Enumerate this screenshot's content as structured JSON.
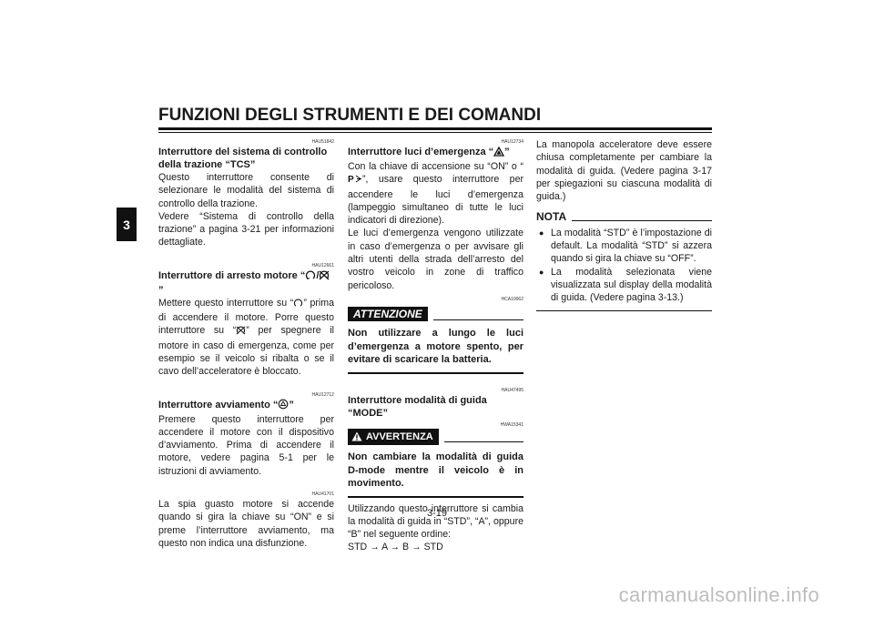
{
  "header": {
    "title": "FUNZIONI DEGLI STRUMENTI E DEI COMANDI",
    "chapter": "3"
  },
  "col1": {
    "s1": {
      "code": "HAU51842",
      "heading": "Interruttore del sistema di controllo della trazione “TCS”",
      "body": "Questo interruttore consente di selezionare le modalità del sistema di controllo della trazione.",
      "body2": "Vedere “Sistema di controllo della trazione” a pagina 3-21 per informazioni dettagliate."
    },
    "s2": {
      "code": "HAU12661",
      "heading_a": "Interruttore di arresto motore “",
      "heading_sep": "/",
      "heading_b": "”",
      "body_a": "Mettere questo interruttore su “",
      "body_b": "” prima di accendere il motore. Porre questo interruttore su “",
      "body_c": "” per spegnere il motore in caso di emergenza, come per esempio se il veicolo si ribalta o se il cavo dell’acceleratore è bloccato."
    },
    "s3": {
      "code": "HAU12712",
      "heading_a": "Interruttore avviamento “",
      "heading_b": "”",
      "body": "Premere questo interruttore per accendere il motore con il dispositivo d’avviamento. Prima di accendere il motore, vedere pagina 5-1 per le istruzioni di avviamento."
    },
    "s4": {
      "code": "HAU41701",
      "body": "La spia guasto motore si accende quando si gira la chiave su “ON” e si preme l’interruttore avviamento, ma questo non indica una disfunzione."
    }
  },
  "col2": {
    "s1": {
      "code": "HAU12734",
      "heading_a": "Interruttore luci d’emergenza “",
      "heading_b": "”",
      "body_a": "Con la chiave di accensione su “ON” o “",
      "body_b": "”, usare questo interruttore per accendere le luci d’emergenza (lampeggio simultaneo di tutte le luci indicatori di direzione).",
      "body2": "Le luci d’emergenza vengono utilizzate in caso d’emergenza o per avvisare gli altri utenti della strada dell’arresto del vostro veicolo in zone di traffico pericoloso."
    },
    "caution": {
      "code": "HCA10062",
      "label": "ATTENZIONE",
      "text": "Non utilizzare a lungo le luci d’emergenza a motore spento, per evitare di scaricare la batteria."
    },
    "s2": {
      "code": "HAU47495",
      "heading": "Interruttore modalità di guida “MODE”"
    },
    "warning": {
      "code": "HWA15341",
      "label": "AVVERTENZA",
      "text": "Non cambiare la modalità di guida D-mode mentre il veicolo è in movimento."
    },
    "s3": {
      "body": "Utilizzando questo interruttore si cambia la modalità di guida in “STD”, “A”, oppure “B” nel seguente ordine:",
      "sequence": "STD → A → B → STD"
    }
  },
  "col3": {
    "body": "La manopola acceleratore deve essere chiusa completamente per cambiare la modalità di guida. (Vedere pagina 3-17 per spiegazioni su ciascuna modalità di guida.)",
    "note_label": "NOTA",
    "notes": [
      "La modalità “STD” è l’impostazione di default. La modalità “STD” si azzera quando si gira la chiave su “OFF”.",
      "La modalità selezionata viene visualizzata sul display della modalità di guida. (Vedere pagina 3-13.)"
    ]
  },
  "footer": {
    "page": "3-19",
    "watermark": "carmanualsonline.info"
  },
  "icons": [
    "engine-run-icon",
    "engine-stop-icon",
    "start-switch-icon",
    "hazard-triangle-icon",
    "park-icon",
    "warning-triangle-icon"
  ]
}
